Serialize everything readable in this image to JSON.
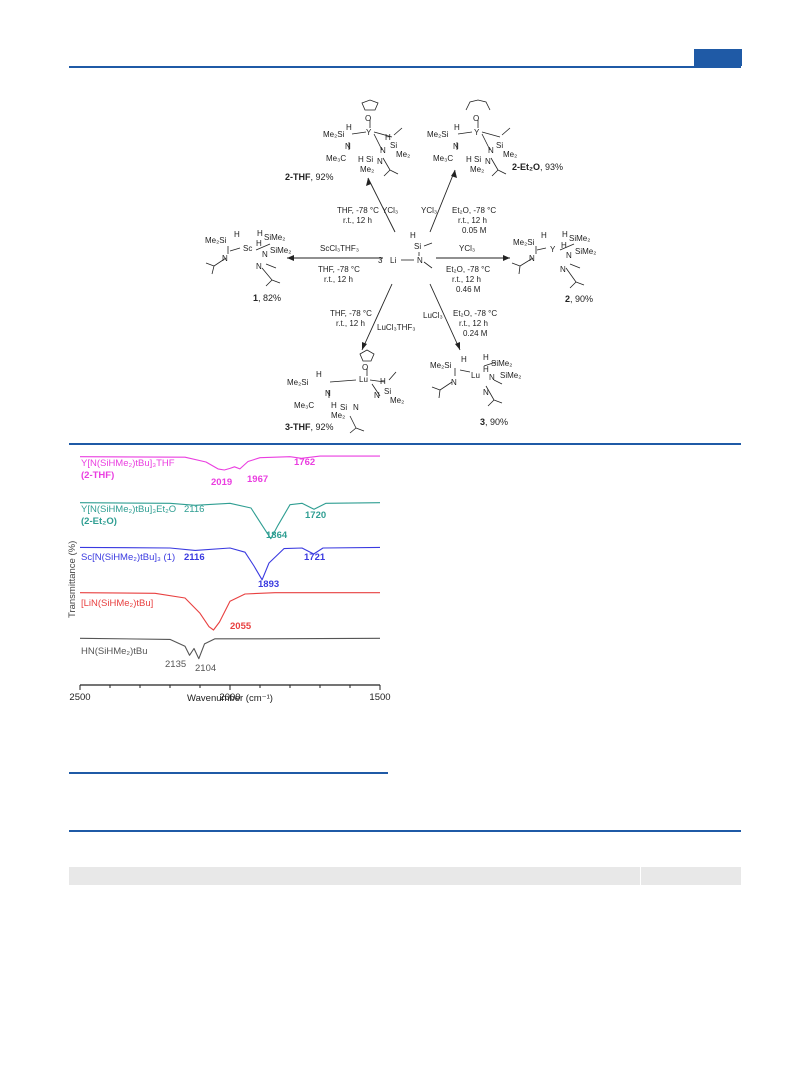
{
  "scheme": {
    "center": {
      "count": "3",
      "atoms": [
        "Li",
        "N",
        "Si",
        "H"
      ]
    },
    "products": {
      "p2thf": {
        "name": "2-THF",
        "yield": ", 92%"
      },
      "p2et2o": {
        "name": "2-Et₂O",
        "yield": ", 93%"
      },
      "p1": {
        "name": "1",
        "yield": ", 82%"
      },
      "p2": {
        "name": "2",
        "yield": ", 90%"
      },
      "p3thf": {
        "name": "3-THF",
        "yield": ", 92%"
      },
      "p3": {
        "name": "3",
        "yield": ", 90%"
      }
    },
    "conditions": {
      "to_2thf": [
        "THF, -78 °C",
        "r.t., 12 h"
      ],
      "reagent_2thf": "YCl₃",
      "to_2et2o": [
        "Et₂O, -78 °C",
        "r.t., 12 h",
        "0.05 M"
      ],
      "reagent_2et2o": "YCl₃",
      "to_1": [
        "THF, -78 °C",
        "r.t., 12 h"
      ],
      "reagent_1": "ScCl₃THF₃",
      "to_2": [
        "Et₂O, -78 °C",
        "r.t., 12 h",
        "0.46 M"
      ],
      "reagent_2": "YCl₃",
      "to_3thf": [
        "THF, -78 °C",
        "r.t., 12 h"
      ],
      "reagent_3thf": "LuCl₃THF₃",
      "to_3": [
        "Et₂O, -78 °C",
        "r.t., 12 h",
        "0.24 M"
      ],
      "reagent_3": "LuCl₃"
    },
    "fragments": {
      "me2si": "Me₂Si",
      "me3c": "Me₃C",
      "me2": "Me₂",
      "simes2": "SiMe₂",
      "h": "H",
      "n": "N",
      "si": "Si",
      "o": "O",
      "y": "Y",
      "sc": "Sc",
      "lu": "Lu"
    }
  },
  "spectrum": {
    "ylabel": "Transmittance (%)",
    "xlabel": "Wavenumber (cm⁻¹)",
    "traces": [
      {
        "label": "Y[N(SiHMe₂)tBu]₃THF",
        "sublabel": "(2-THF)",
        "color": "#ea3ee0",
        "peaks": [
          "2019",
          "1967",
          "1762"
        ]
      },
      {
        "label": "Y[N(SiHMe₂)tBu]₃Et₂O",
        "sublabel": "(2-Et₂O)",
        "color": "#2f9e92",
        "peaks": [
          "2116",
          "1864",
          "1720"
        ]
      },
      {
        "label": "Sc[N(SiHMe₂)tBu]₃ (1)",
        "color": "#3a3ae0",
        "peaks": [
          "2116",
          "1893",
          "1721"
        ]
      },
      {
        "label": "[LiN(SiHMe₂)tBu]",
        "color": "#e84040",
        "peaks": [
          "2055"
        ]
      },
      {
        "label": "HN(SiHMe₂)tBu",
        "color": "#555555",
        "peaks": [
          "2135",
          "2104"
        ]
      }
    ]
  },
  "chart_data": {
    "type": "line",
    "xlabel": "Wavenumber (cm⁻¹)",
    "ylabel": "Transmittance (%)",
    "xlim": [
      2500,
      1500
    ],
    "xticks": [
      2500,
      2000,
      1500
    ],
    "series": [
      {
        "name": "Y[N(SiHMe₂)tBu]₃THF (2-THF)",
        "x": [
          2500,
          2150,
          2080,
          2040,
          2019,
          2000,
          1985,
          1967,
          1940,
          1900,
          1800,
          1762,
          1700,
          1500
        ],
        "y": [
          0.95,
          0.94,
          0.85,
          0.72,
          0.7,
          0.73,
          0.76,
          0.72,
          0.86,
          0.93,
          0.95,
          0.92,
          0.96,
          0.96
        ]
      },
      {
        "name": "Y[N(SiHMe₂)tBu]₃Et₂O (2-Et₂O)",
        "x": [
          2500,
          2200,
          2116,
          2000,
          1930,
          1890,
          1864,
          1840,
          1800,
          1760,
          1720,
          1680,
          1500
        ],
        "y": [
          0.96,
          0.95,
          0.92,
          0.95,
          0.88,
          0.6,
          0.42,
          0.62,
          0.93,
          0.95,
          0.86,
          0.95,
          0.96
        ]
      },
      {
        "name": "Sc[N(SiHMe₂)tBu]₃ (1)",
        "x": [
          2500,
          2200,
          2116,
          2000,
          1950,
          1920,
          1893,
          1870,
          1820,
          1760,
          1721,
          1690,
          1500
        ],
        "y": [
          0.96,
          0.95,
          0.91,
          0.95,
          0.88,
          0.65,
          0.42,
          0.7,
          0.94,
          0.95,
          0.85,
          0.95,
          0.96
        ]
      },
      {
        "name": "[LiN(SiHMe₂)tBu]",
        "x": [
          2500,
          2250,
          2150,
          2100,
          2070,
          2055,
          2035,
          2000,
          1950,
          1850,
          1500
        ],
        "y": [
          0.96,
          0.95,
          0.88,
          0.65,
          0.45,
          0.4,
          0.52,
          0.83,
          0.94,
          0.96,
          0.96
        ]
      },
      {
        "name": "HN(SiHMe₂)tBu",
        "x": [
          2500,
          2200,
          2150,
          2135,
          2120,
          2104,
          2085,
          2050,
          1900,
          1500
        ],
        "y": [
          0.96,
          0.94,
          0.82,
          0.66,
          0.78,
          0.6,
          0.86,
          0.95,
          0.95,
          0.96
        ]
      }
    ]
  }
}
